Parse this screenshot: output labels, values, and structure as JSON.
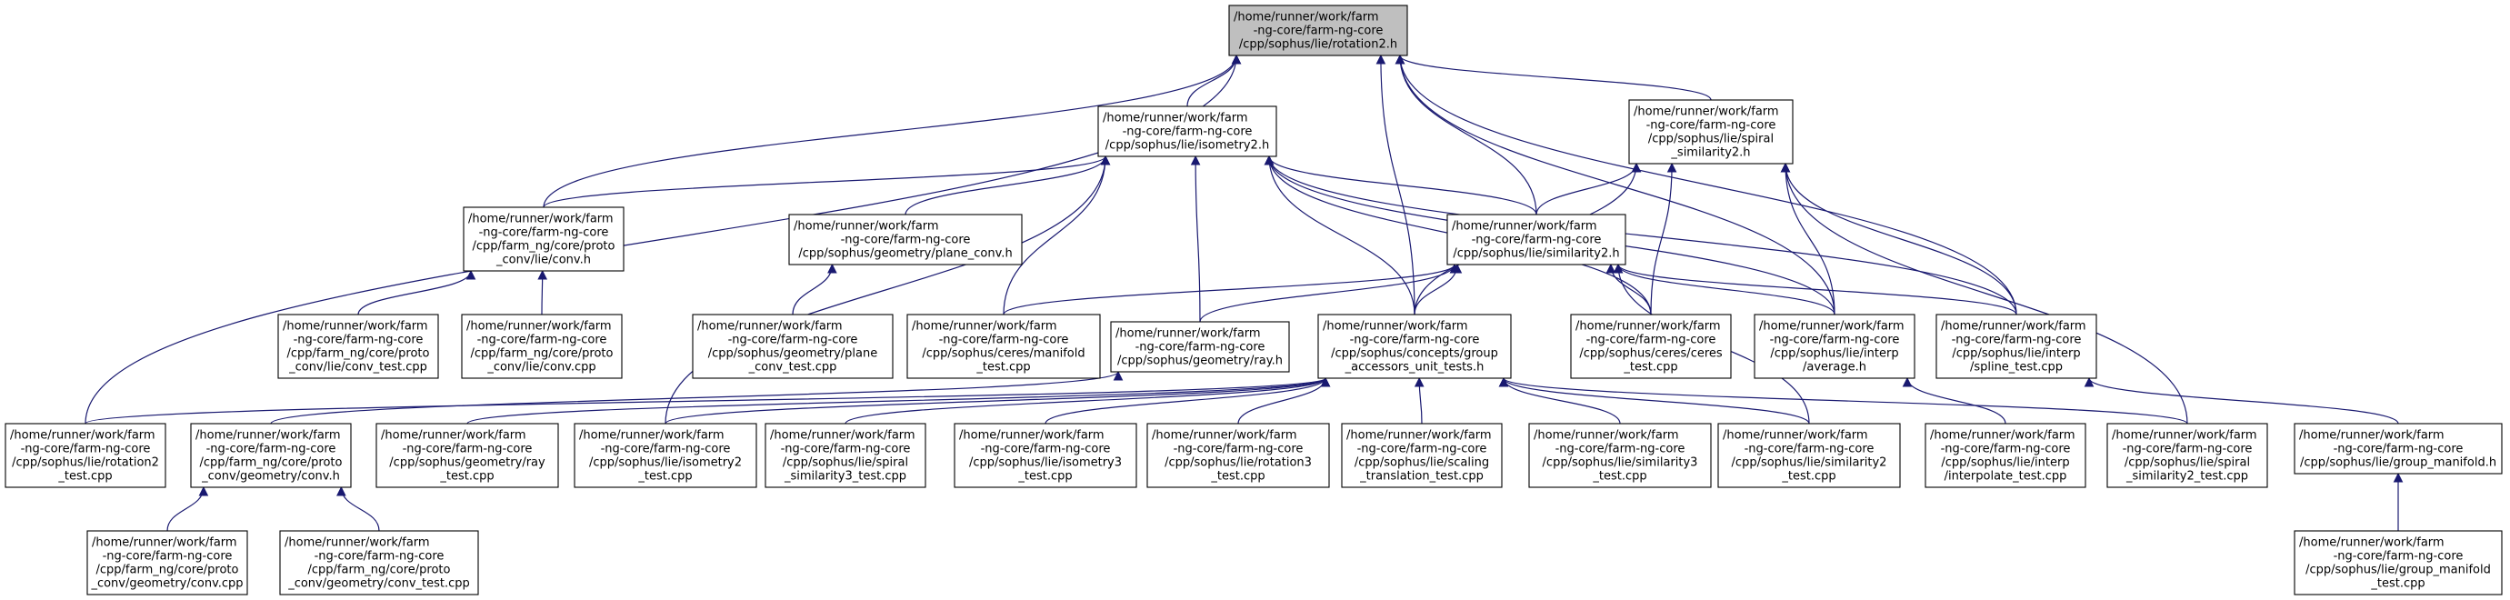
{
  "nodes": [
    {
      "id": "rotation2_h",
      "label": [
        "/home/runner/work/farm",
        "-ng-core/farm-ng-core",
        "/cpp/sophus/lie/rotation2.h"
      ],
      "root": true
    },
    {
      "id": "isometry2_h",
      "label": [
        "/home/runner/work/farm",
        "-ng-core/farm-ng-core",
        "/cpp/sophus/lie/isometry2.h"
      ]
    },
    {
      "id": "spiral_similarity2_h",
      "label": [
        "/home/runner/work/farm",
        "-ng-core/farm-ng-core",
        "/cpp/sophus/lie/spiral",
        "_similarity2.h"
      ]
    },
    {
      "id": "proto_conv_lie_conv_h",
      "label": [
        "/home/runner/work/farm",
        "-ng-core/farm-ng-core",
        "/cpp/farm_ng/core/proto",
        "_conv/lie/conv.h"
      ]
    },
    {
      "id": "plane_conv_h",
      "label": [
        "/home/runner/work/farm",
        "-ng-core/farm-ng-core",
        "/cpp/sophus/geometry/plane_conv.h"
      ]
    },
    {
      "id": "similarity2_h",
      "label": [
        "/home/runner/work/farm",
        "-ng-core/farm-ng-core",
        "/cpp/sophus/lie/similarity2.h"
      ]
    },
    {
      "id": "conv_test_cpp",
      "label": [
        "/home/runner/work/farm",
        "-ng-core/farm-ng-core",
        "/cpp/farm_ng/core/proto",
        "_conv/lie/conv_test.cpp"
      ]
    },
    {
      "id": "lie_conv_cpp",
      "label": [
        "/home/runner/work/farm",
        "-ng-core/farm-ng-core",
        "/cpp/farm_ng/core/proto",
        "_conv/lie/conv.cpp"
      ]
    },
    {
      "id": "plane_conv_test_cpp",
      "label": [
        "/home/runner/work/farm",
        "-ng-core/farm-ng-core",
        "/cpp/sophus/geometry/plane",
        "_conv_test.cpp"
      ]
    },
    {
      "id": "manifold_test_cpp",
      "label": [
        "/home/runner/work/farm",
        "-ng-core/farm-ng-core",
        "/cpp/sophus/ceres/manifold",
        "_test.cpp"
      ]
    },
    {
      "id": "ray_h",
      "label": [
        "/home/runner/work/farm",
        "-ng-core/farm-ng-core",
        "/cpp/sophus/geometry/ray.h"
      ]
    },
    {
      "id": "group_accessors_h",
      "label": [
        "/home/runner/work/farm",
        "-ng-core/farm-ng-core",
        "/cpp/sophus/concepts/group",
        "_accessors_unit_tests.h"
      ]
    },
    {
      "id": "ceres_test_cpp",
      "label": [
        "/home/runner/work/farm",
        "-ng-core/farm-ng-core",
        "/cpp/sophus/ceres/ceres",
        "_test.cpp"
      ]
    },
    {
      "id": "interp_average_h",
      "label": [
        "/home/runner/work/farm",
        "-ng-core/farm-ng-core",
        "/cpp/sophus/lie/interp",
        "/average.h"
      ]
    },
    {
      "id": "spline_test_cpp",
      "label": [
        "/home/runner/work/farm",
        "-ng-core/farm-ng-core",
        "/cpp/sophus/lie/interp",
        "/spline_test.cpp"
      ]
    },
    {
      "id": "rotation2_test_cpp",
      "label": [
        "/home/runner/work/farm",
        "-ng-core/farm-ng-core",
        "/cpp/sophus/lie/rotation2",
        "_test.cpp"
      ]
    },
    {
      "id": "geometry_conv_h",
      "label": [
        "/home/runner/work/farm",
        "-ng-core/farm-ng-core",
        "/cpp/farm_ng/core/proto",
        "_conv/geometry/conv.h"
      ]
    },
    {
      "id": "ray_test_cpp",
      "label": [
        "/home/runner/work/farm",
        "-ng-core/farm-ng-core",
        "/cpp/sophus/geometry/ray",
        "_test.cpp"
      ]
    },
    {
      "id": "isometry2_test_cpp",
      "label": [
        "/home/runner/work/farm",
        "-ng-core/farm-ng-core",
        "/cpp/sophus/lie/isometry2",
        "_test.cpp"
      ]
    },
    {
      "id": "spiral_similarity3_test_cpp",
      "label": [
        "/home/runner/work/farm",
        "-ng-core/farm-ng-core",
        "/cpp/sophus/lie/spiral",
        "_similarity3_test.cpp"
      ]
    },
    {
      "id": "isometry3_test_cpp",
      "label": [
        "/home/runner/work/farm",
        "-ng-core/farm-ng-core",
        "/cpp/sophus/lie/isometry3",
        "_test.cpp"
      ]
    },
    {
      "id": "rotation3_test_cpp",
      "label": [
        "/home/runner/work/farm",
        "-ng-core/farm-ng-core",
        "/cpp/sophus/lie/rotation3",
        "_test.cpp"
      ]
    },
    {
      "id": "scaling_translation_test_cpp",
      "label": [
        "/home/runner/work/farm",
        "-ng-core/farm-ng-core",
        "/cpp/sophus/lie/scaling",
        "_translation_test.cpp"
      ]
    },
    {
      "id": "similarity3_test_cpp",
      "label": [
        "/home/runner/work/farm",
        "-ng-core/farm-ng-core",
        "/cpp/sophus/lie/similarity3",
        "_test.cpp"
      ]
    },
    {
      "id": "similarity2_test_cpp",
      "label": [
        "/home/runner/work/farm",
        "-ng-core/farm-ng-core",
        "/cpp/sophus/lie/similarity2",
        "_test.cpp"
      ]
    },
    {
      "id": "interpolate_test_cpp",
      "label": [
        "/home/runner/work/farm",
        "-ng-core/farm-ng-core",
        "/cpp/sophus/lie/interp",
        "/interpolate_test.cpp"
      ]
    },
    {
      "id": "spiral_similarity2_test_cpp",
      "label": [
        "/home/runner/work/farm",
        "-ng-core/farm-ng-core",
        "/cpp/sophus/lie/spiral",
        "_similarity2_test.cpp"
      ]
    },
    {
      "id": "group_manifold_h",
      "label": [
        "/home/runner/work/farm",
        "-ng-core/farm-ng-core",
        "/cpp/sophus/lie/group_manifold.h"
      ]
    },
    {
      "id": "geometry_conv_cpp",
      "label": [
        "/home/runner/work/farm",
        "-ng-core/farm-ng-core",
        "/cpp/farm_ng/core/proto",
        "_conv/geometry/conv.cpp"
      ]
    },
    {
      "id": "geometry_conv_test_cpp",
      "label": [
        "/home/runner/work/farm",
        "-ng-core/farm-ng-core",
        "/cpp/farm_ng/core/proto",
        "_conv/geometry/conv_test.cpp"
      ]
    },
    {
      "id": "group_manifold_test_cpp",
      "label": [
        "/home/runner/work/farm",
        "-ng-core/farm-ng-core",
        "/cpp/sophus/lie/group_manifold",
        "_test.cpp"
      ]
    }
  ],
  "edges": [
    [
      "isometry2_h",
      "rotation2_h"
    ],
    [
      "spiral_similarity2_h",
      "rotation2_h"
    ],
    [
      "proto_conv_lie_conv_h",
      "rotation2_h"
    ],
    [
      "similarity2_h",
      "rotation2_h"
    ],
    [
      "group_accessors_h",
      "rotation2_h"
    ],
    [
      "interp_average_h",
      "rotation2_h"
    ],
    [
      "spline_test_cpp",
      "rotation2_h"
    ],
    [
      "rotation2_test_cpp",
      "rotation2_h"
    ],
    [
      "proto_conv_lie_conv_h",
      "isometry2_h"
    ],
    [
      "plane_conv_h",
      "isometry2_h"
    ],
    [
      "similarity2_h",
      "isometry2_h"
    ],
    [
      "manifold_test_cpp",
      "isometry2_h"
    ],
    [
      "ray_h",
      "isometry2_h"
    ],
    [
      "group_accessors_h",
      "isometry2_h"
    ],
    [
      "ceres_test_cpp",
      "isometry2_h"
    ],
    [
      "interp_average_h",
      "isometry2_h"
    ],
    [
      "spline_test_cpp",
      "isometry2_h"
    ],
    [
      "isometry2_test_cpp",
      "isometry2_h"
    ],
    [
      "similarity2_h",
      "spiral_similarity2_h"
    ],
    [
      "group_accessors_h",
      "spiral_similarity2_h"
    ],
    [
      "ceres_test_cpp",
      "spiral_similarity2_h"
    ],
    [
      "interp_average_h",
      "spiral_similarity2_h"
    ],
    [
      "spline_test_cpp",
      "spiral_similarity2_h"
    ],
    [
      "spiral_similarity2_test_cpp",
      "spiral_similarity2_h"
    ],
    [
      "conv_test_cpp",
      "proto_conv_lie_conv_h"
    ],
    [
      "lie_conv_cpp",
      "proto_conv_lie_conv_h"
    ],
    [
      "plane_conv_test_cpp",
      "plane_conv_h"
    ],
    [
      "manifold_test_cpp",
      "similarity2_h"
    ],
    [
      "ray_h",
      "similarity2_h"
    ],
    [
      "group_accessors_h",
      "similarity2_h"
    ],
    [
      "ceres_test_cpp",
      "similarity2_h"
    ],
    [
      "interp_average_h",
      "similarity2_h"
    ],
    [
      "spline_test_cpp",
      "similarity2_h"
    ],
    [
      "similarity2_test_cpp",
      "similarity2_h"
    ],
    [
      "geometry_conv_h",
      "ray_h"
    ],
    [
      "rotation2_test_cpp",
      "group_accessors_h"
    ],
    [
      "ray_test_cpp",
      "group_accessors_h"
    ],
    [
      "isometry2_test_cpp",
      "group_accessors_h"
    ],
    [
      "spiral_similarity3_test_cpp",
      "group_accessors_h"
    ],
    [
      "isometry3_test_cpp",
      "group_accessors_h"
    ],
    [
      "rotation3_test_cpp",
      "group_accessors_h"
    ],
    [
      "scaling_translation_test_cpp",
      "group_accessors_h"
    ],
    [
      "similarity3_test_cpp",
      "group_accessors_h"
    ],
    [
      "similarity2_test_cpp",
      "group_accessors_h"
    ],
    [
      "spiral_similarity2_test_cpp",
      "group_accessors_h"
    ],
    [
      "interpolate_test_cpp",
      "interp_average_h"
    ],
    [
      "group_manifold_h",
      "spline_test_cpp"
    ],
    [
      "geometry_conv_cpp",
      "geometry_conv_h"
    ],
    [
      "geometry_conv_test_cpp",
      "geometry_conv_h"
    ],
    [
      "group_manifold_test_cpp",
      "group_manifold_h"
    ]
  ],
  "colors": {
    "edge": "#191970",
    "root_fill": "#bfbfbf",
    "node_fill": "#ffffff",
    "node_stroke": "#000000"
  }
}
